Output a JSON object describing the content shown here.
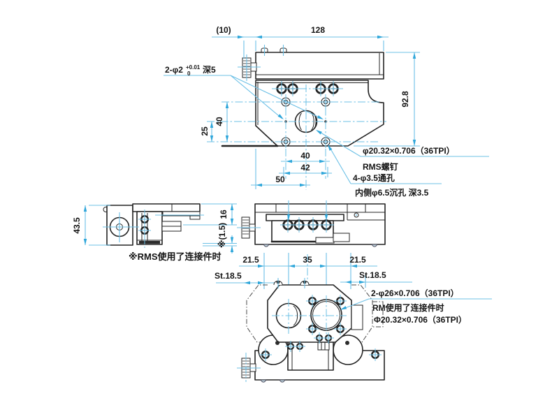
{
  "colors": {
    "background": "#ffffff",
    "outline": "#232323",
    "dimension_line": "#6cc0e6",
    "arrow": "#2ea6da",
    "text": "#141414"
  },
  "views": {
    "top": {
      "dims": {
        "ref10": "(10)",
        "len128": "128",
        "h92": "92.8",
        "v40": "40",
        "v25": "25",
        "h40": "40",
        "h42": "42",
        "h50": "50"
      },
      "notes": {
        "pin_base": "2-φ2",
        "pin_tol_up": "+0.01",
        "pin_tol_dn": "0",
        "pin_depth": "深5",
        "rms_thread": "φ20.32×0.706（36TPI）",
        "rms_screw": "RMS螺钉",
        "through": "4-φ3.5通孔",
        "cbore": "内侧φ6.5沉孔 深3.5"
      }
    },
    "side": {
      "dims": {
        "h43": "43.5",
        "v16": "16",
        "v15": "※(1.5)"
      },
      "note_rms": "※RMS使用了连接件时"
    },
    "front": {
      "dims": {
        "l215": "21.5",
        "m35": "35",
        "r215": "21.5",
        "st_l": "St.18.5",
        "st_r": "St.18.5"
      }
    },
    "bottom": {
      "notes": {
        "thread26": "2-φ26×0.706（36TPI）",
        "rm": "RM使用了连接件时",
        "rm_thread": "Φ20.32×0.706（36TPI）"
      }
    }
  }
}
